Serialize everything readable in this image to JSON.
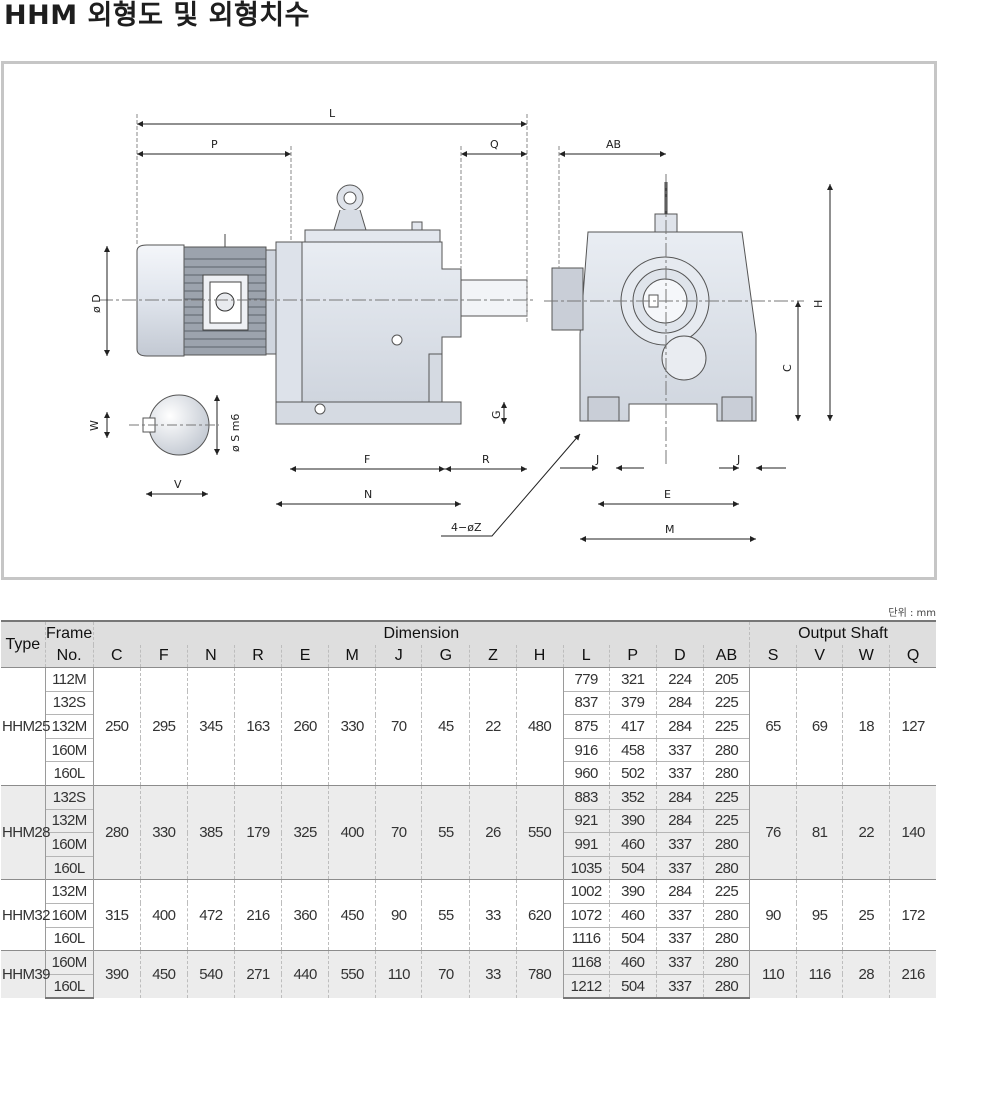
{
  "page": {
    "title": "HHM 외형도 및 외형치수",
    "unit_note": "단위 : mm"
  },
  "drawing": {
    "labels": {
      "L": "L",
      "P": "P",
      "Q": "Q",
      "AB": "AB",
      "D": "ø D",
      "H": "H",
      "C": "C",
      "W": "W",
      "S": "ø S m6",
      "V": "V",
      "G": "G",
      "F": "F",
      "R": "R",
      "N": "N",
      "J_left": "J",
      "J_right": "J",
      "E": "E",
      "M": "M",
      "Z": "4−øZ"
    }
  },
  "table": {
    "type_header": "Type",
    "frame_header": [
      "Frame",
      "No."
    ],
    "dimension_header": "Dimension",
    "output_header": "Output Shaft",
    "dim_columns": [
      "C",
      "F",
      "N",
      "R",
      "E",
      "M",
      "J",
      "G",
      "Z",
      "H",
      "L",
      "P",
      "D",
      "AB"
    ],
    "out_columns": [
      "S",
      "V",
      "W",
      "Q"
    ],
    "groups": [
      {
        "type": "HHM25",
        "frames": [
          "112M",
          "132S",
          "132M",
          "160M",
          "160L"
        ],
        "common": [
          "250",
          "295",
          "345",
          "163",
          "260",
          "330",
          "70",
          "45",
          "22",
          "480"
        ],
        "rows": [
          [
            "779",
            "321",
            "224",
            "205"
          ],
          [
            "837",
            "379",
            "284",
            "225"
          ],
          [
            "875",
            "417",
            "284",
            "225"
          ],
          [
            "916",
            "458",
            "337",
            "280"
          ],
          [
            "960",
            "502",
            "337",
            "280"
          ]
        ],
        "shaft": [
          "65",
          "69",
          "18",
          "127"
        ]
      },
      {
        "type": "HHM28",
        "frames": [
          "132S",
          "132M",
          "160M",
          "160L"
        ],
        "common": [
          "280",
          "330",
          "385",
          "179",
          "325",
          "400",
          "70",
          "55",
          "26",
          "550"
        ],
        "rows": [
          [
            "883",
            "352",
            "284",
            "225"
          ],
          [
            "921",
            "390",
            "284",
            "225"
          ],
          [
            "991",
            "460",
            "337",
            "280"
          ],
          [
            "1035",
            "504",
            "337",
            "280"
          ]
        ],
        "shaft": [
          "76",
          "81",
          "22",
          "140"
        ]
      },
      {
        "type": "HHM32",
        "frames": [
          "132M",
          "160M",
          "160L"
        ],
        "common": [
          "315",
          "400",
          "472",
          "216",
          "360",
          "450",
          "90",
          "55",
          "33",
          "620"
        ],
        "rows": [
          [
            "1002",
            "390",
            "284",
            "225"
          ],
          [
            "1072",
            "460",
            "337",
            "280"
          ],
          [
            "1116",
            "504",
            "337",
            "280"
          ]
        ],
        "shaft": [
          "90",
          "95",
          "25",
          "172"
        ]
      },
      {
        "type": "HHM39",
        "frames": [
          "160M",
          "160L"
        ],
        "common": [
          "390",
          "450",
          "540",
          "271",
          "440",
          "550",
          "110",
          "70",
          "33",
          "780"
        ],
        "rows": [
          [
            "1168",
            "460",
            "337",
            "280"
          ],
          [
            "1212",
            "504",
            "337",
            "280"
          ]
        ],
        "shaft": [
          "110",
          "116",
          "28",
          "216"
        ]
      }
    ]
  }
}
